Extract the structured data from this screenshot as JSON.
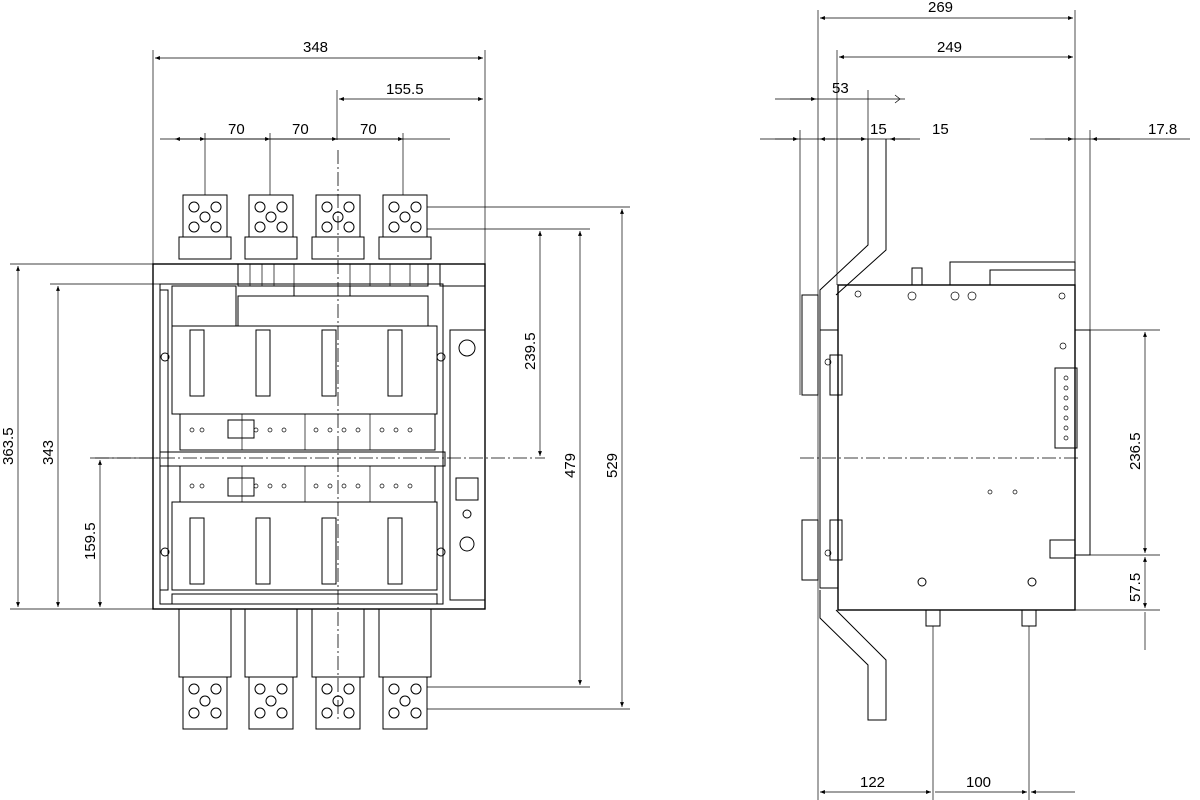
{
  "front_view": {
    "width_total": "348",
    "offset_right": "155.5",
    "pole_pitch_1": "70",
    "pole_pitch_2": "70",
    "pole_pitch_3": "70",
    "height_363": "363.5",
    "height_343": "343",
    "height_159": "159.5",
    "height_239": "239.5",
    "height_479": "479",
    "height_529": "529"
  },
  "side_view": {
    "depth_total": "269",
    "depth_body": "249",
    "depth_53": "53",
    "gap_15a": "15",
    "gap_15b": "15",
    "offset_178": "17.8",
    "height_236": "236.5",
    "height_57": "57.5",
    "bottom_122": "122",
    "bottom_100": "100"
  }
}
